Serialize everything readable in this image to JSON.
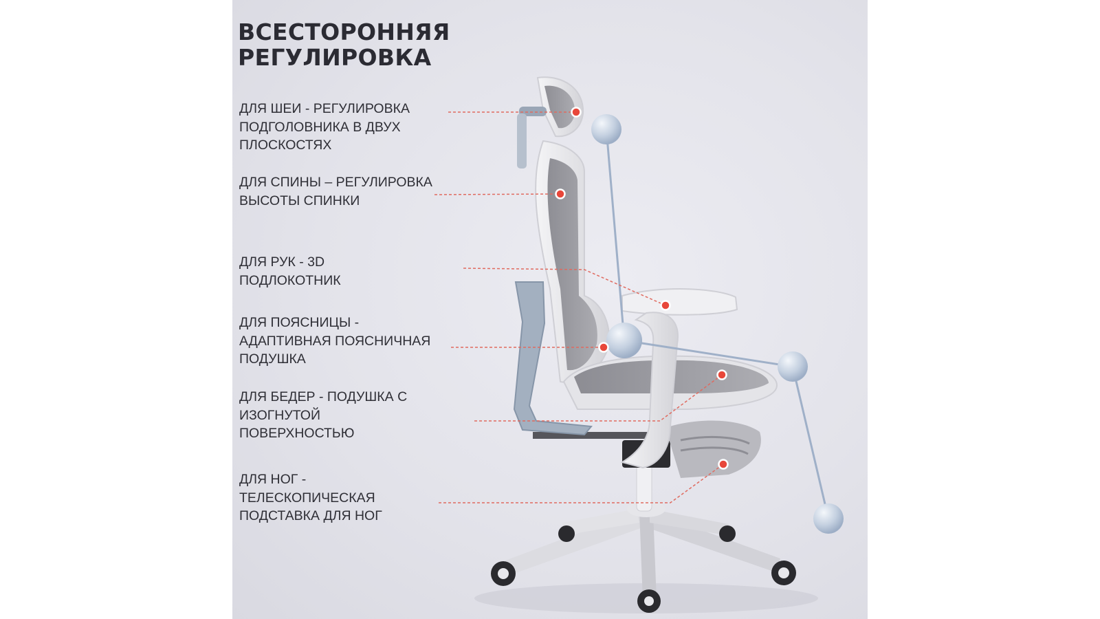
{
  "title": "ВСЕСТОРОННЯЯ\nРЕГУЛИРОВКА",
  "features": [
    {
      "text": "ДЛЯ ШЕИ -  РЕГУЛИРОВКА\nПОДГОЛОВНИКА В ДВУХ\nПЛОСКОСТЯХ"
    },
    {
      "text": "ДЛЯ СПИНЫ – РЕГУЛИРОВКА\nВЫСОТЫ СПИНКИ"
    },
    {
      "text": "ДЛЯ РУК -  3D\nПОДЛОКОТНИК"
    },
    {
      "text": "ДЛЯ ПОЯСНИЦЫ -\nАДАПТИВНАЯ ПОЯСНИЧНАЯ\nПОДУШКА"
    },
    {
      "text": "ДЛЯ БЕДЕР -  ПОДУШКА С\nИЗОГНУТОЙ\nПОВЕРХНОСТЬЮ"
    },
    {
      "text": "ДЛЯ НОГ  -\nТЕЛЕСКОПИЧЕСКАЯ\nПОДСТАВКА ДЛЯ НОГ"
    }
  ],
  "colors": {
    "accent_dot": "#e8473a",
    "leader_line": "#e06a5f",
    "joint_ball": "#b8c6da",
    "posture_line": "#9fb0c8",
    "chair_frame": "#e6e6ea",
    "chair_mesh": "#8d8d93"
  }
}
